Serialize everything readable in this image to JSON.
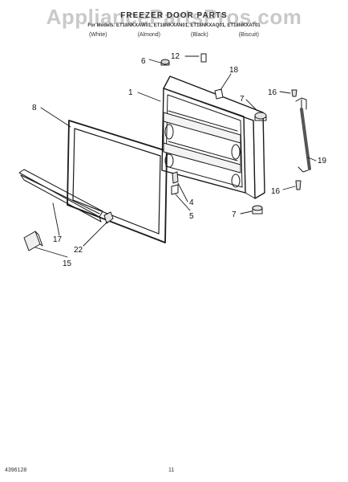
{
  "header": {
    "watermark": "AppliancePartsPros.com",
    "title": "FREEZER DOOR PARTS",
    "models": "For Models: ET18NKXAW01, ET18NKXAN01, ET18NKXAQ01, ET18NKXAT01",
    "colors": [
      "(White)",
      "(Almond)",
      "(Black)",
      "(Biscuit)"
    ]
  },
  "callouts": [
    "1",
    "4",
    "5",
    "6",
    "7",
    "7",
    "8",
    "12",
    "15",
    "16",
    "16",
    "17",
    "18",
    "19",
    "22"
  ],
  "footer": {
    "doc_number": "4396128",
    "page_number": "11"
  },
  "colors": {
    "line": "#1a1a1a",
    "watermark": "#c9c9c9",
    "background": "#ffffff"
  }
}
